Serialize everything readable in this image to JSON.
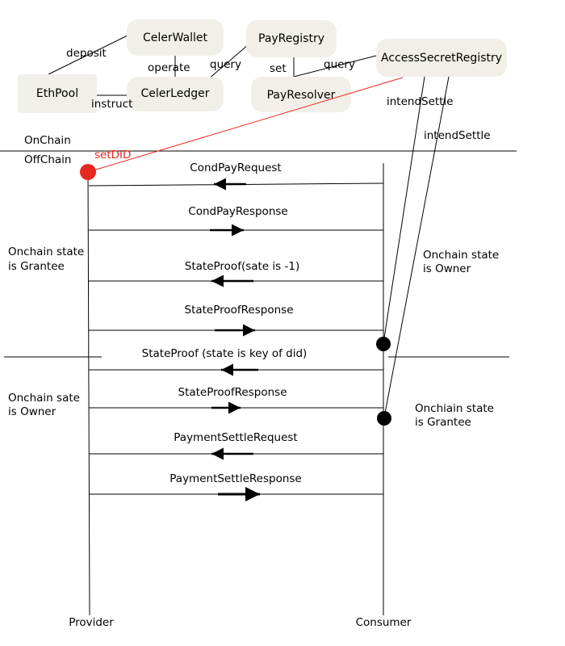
{
  "nodes": {
    "celer_wallet": "CelerWallet",
    "pay_registry": "PayRegistry",
    "access_secret_registry": "AccessSecretRegistry",
    "eth_pool": "EthPool",
    "celer_ledger": "CelerLedger",
    "pay_resolver": "PayResolver"
  },
  "edge_labels": {
    "deposit": "deposit",
    "operate": "operate",
    "query_ledger": "query",
    "set": "set",
    "query_resolver": "query",
    "instruct": "instruct",
    "intend_settle_1": "intendSettle",
    "intend_settle_2": "intendSettle",
    "set_did": "setDID"
  },
  "zones": {
    "onchain": "OnChain",
    "offchain": "OffChain"
  },
  "messages": [
    "CondPayRequest",
    "CondPayResponse",
    "StateProof(sate is -1)",
    "StateProofResponse",
    "StateProof (state is key of did)",
    "StateProofResponse",
    "PaymentSettleRequest",
    "PaymentSettleResponse"
  ],
  "states": {
    "provider_1": [
      "Onchain state",
      "is Grantee"
    ],
    "consumer_1": [
      "Onchain state",
      "is Owner"
    ],
    "provider_2": [
      "Onchain sate",
      "is Owner"
    ],
    "consumer_2": [
      "Onchiain state",
      "is Grantee"
    ]
  },
  "lifelines": {
    "provider": "Provider",
    "consumer": "Consumer"
  },
  "colors": {
    "node_fill": "#f1efe7",
    "highlight": "#e8281e",
    "line": "#000000"
  }
}
